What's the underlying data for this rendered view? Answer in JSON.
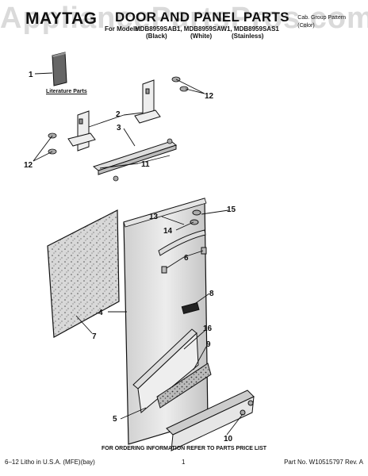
{
  "header": {
    "brand": "MAYTAG",
    "title": "DOOR AND PANEL PARTS",
    "for_models_label": "For Models:",
    "models": "MDB8959SAB1, MDB8959SAW1, MDB8959SAS1",
    "variants": [
      "(Black)",
      "(White)",
      "(Stainless)"
    ],
    "cabinet_group": [
      "Cab. Group Pattern",
      "(Color)"
    ]
  },
  "watermark": "AppliancePartsPros.com",
  "literature_label": "Literature Parts",
  "callouts": [
    "1",
    "2",
    "3",
    "11",
    "12",
    "12",
    "13",
    "14",
    "15",
    "6",
    "8",
    "4",
    "7",
    "16",
    "9",
    "5",
    "10"
  ],
  "footer": {
    "ordering_note": "FOR ORDERING INFORMATION REFER TO PARTS PRICE LIST",
    "litho": "6–12 Litho in U.S.A. (MFE)(bay)",
    "page": "1",
    "part_no": "Part No. W10515797 Rev. A"
  }
}
